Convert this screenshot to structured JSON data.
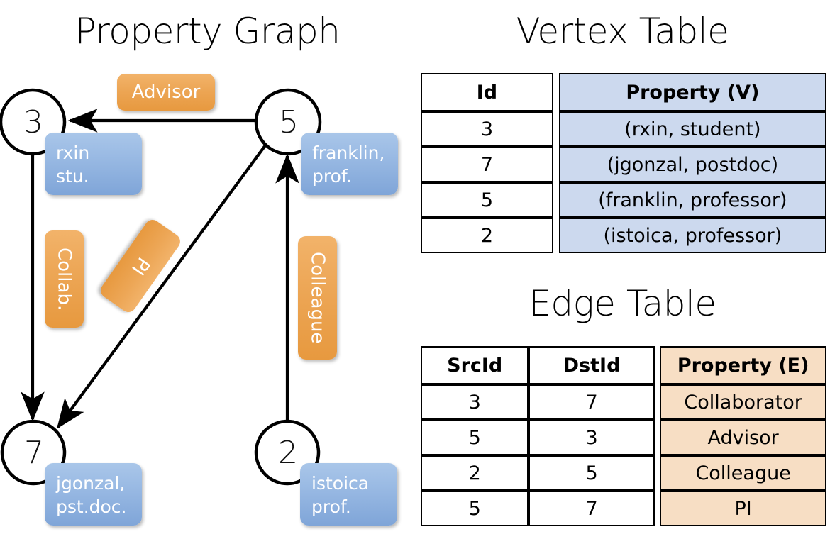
{
  "titles": {
    "property_graph": "Property Graph",
    "vertex_table": "Vertex Table",
    "edge_table": "Edge Table"
  },
  "graph": {
    "nodes": [
      {
        "id": "3",
        "label": "3",
        "property_line1": "rxin",
        "property_line2": "stu."
      },
      {
        "id": "5",
        "label": "5",
        "property_line1": "franklin,",
        "property_line2": "prof."
      },
      {
        "id": "7",
        "label": "7",
        "property_line1": "jgonzal,",
        "property_line2": "pst.doc."
      },
      {
        "id": "2",
        "label": "2",
        "property_line1": "istoica",
        "property_line2": "prof."
      }
    ],
    "edge_labels": [
      {
        "name": "advisor",
        "text": "Advisor"
      },
      {
        "name": "collab",
        "text": "Collab."
      },
      {
        "name": "pi",
        "text": "PI"
      },
      {
        "name": "colleague",
        "text": "Colleague"
      }
    ],
    "colors": {
      "node_stroke": "#000000",
      "vertex_property_box": "#88aede",
      "edge_label_box": "#eda757",
      "arrow": "#000000"
    }
  },
  "vertex_table": {
    "headers": [
      "Id",
      "Property (V)"
    ],
    "rows": [
      {
        "id": "3",
        "property": "(rxin, student)"
      },
      {
        "id": "7",
        "property": "(jgonzal, postdoc)"
      },
      {
        "id": "5",
        "property": "(franklin, professor)"
      },
      {
        "id": "2",
        "property": "(istoica, professor)"
      }
    ],
    "property_column_color": "#ccd9ee"
  },
  "edge_table": {
    "headers": [
      "SrcId",
      "DstId",
      "Property (E)"
    ],
    "rows": [
      {
        "src": "3",
        "dst": "7",
        "property": "Collaborator"
      },
      {
        "src": "5",
        "dst": "3",
        "property": "Advisor"
      },
      {
        "src": "2",
        "dst": "5",
        "property": "Colleague"
      },
      {
        "src": "5",
        "dst": "7",
        "property": "PI"
      }
    ],
    "property_column_color": "#f7dec4"
  }
}
